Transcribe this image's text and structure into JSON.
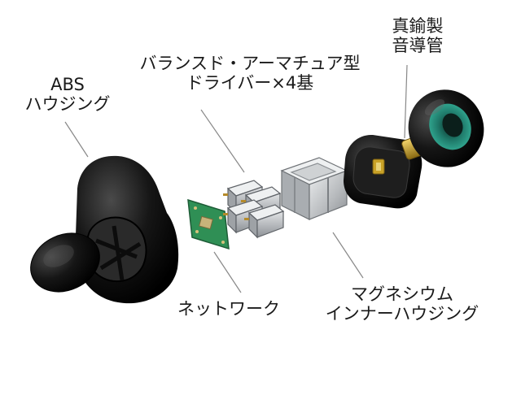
{
  "labels": {
    "abs_housing": {
      "line1": "ABS",
      "line2": "ハウジング"
    },
    "balanced_armature": {
      "line1": "バランスド・アーマチュア型",
      "line2": "ドライバー×4基"
    },
    "brass_tube": {
      "line1": "真鍮製",
      "line2": "音導管"
    },
    "network": {
      "line1": "ネットワーク"
    },
    "magnesium_housing": {
      "line1": "マグネシウム",
      "line2": "インナーハウジング"
    }
  },
  "colors": {
    "housing_black": "#111111",
    "pcb_green": "#2f8f55",
    "tip_teal": "#1f7a6a",
    "brass": "#c9a227",
    "magnesium_silver": "#c8cacc",
    "driver_gray": "#9a9ea3",
    "leader_line": "#888888"
  }
}
